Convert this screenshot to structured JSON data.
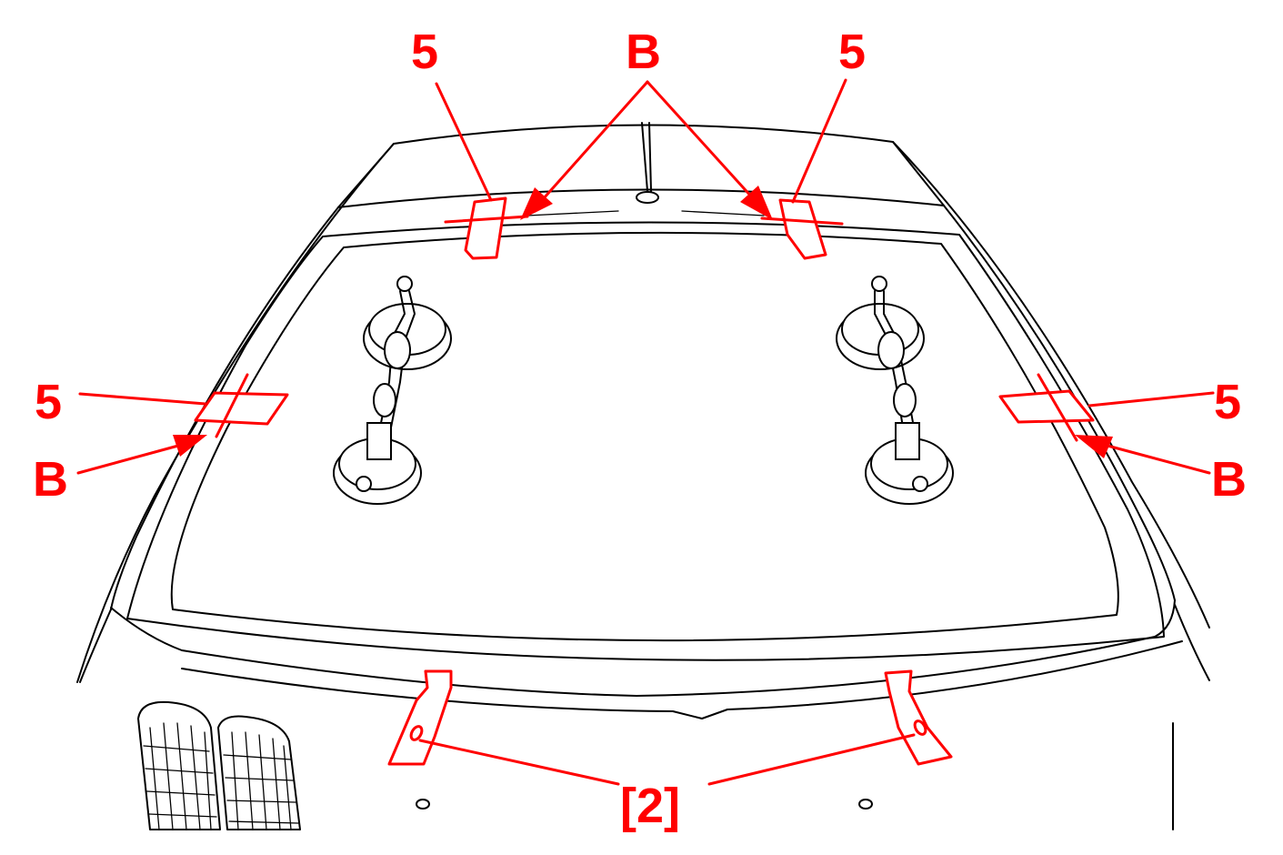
{
  "labels": {
    "top_left_5": "5",
    "top_b": "B",
    "top_right_5": "5",
    "left_5": "5",
    "left_b": "B",
    "right_5": "5",
    "right_b": "B",
    "bottom_ref": "[2]"
  },
  "colors": {
    "annotation": "#ff0000",
    "linework": "#000000",
    "background": "#ffffff"
  }
}
